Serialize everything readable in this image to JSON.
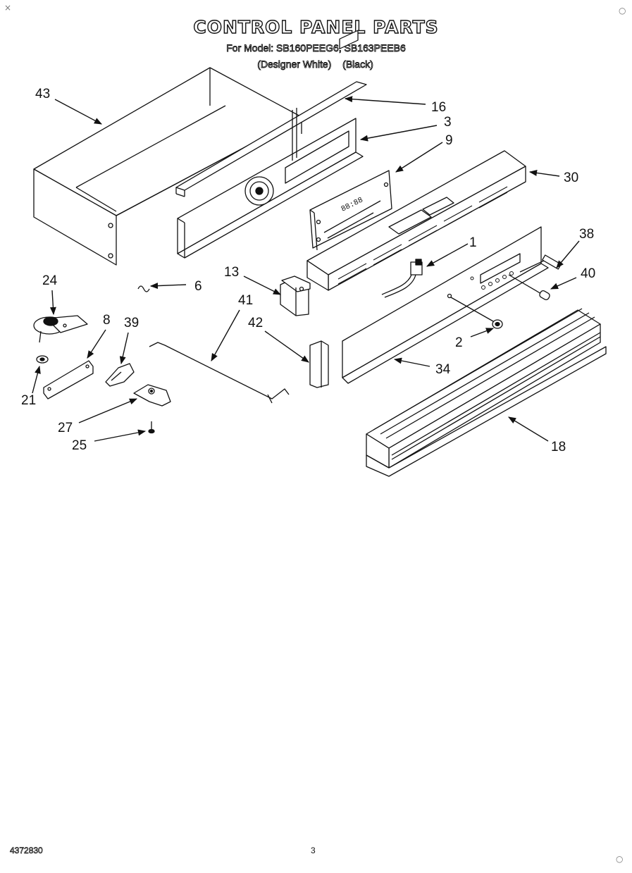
{
  "document": {
    "title": "CONTROL PANEL PARTS",
    "subtitle": "For Model: SB160PEEG6, SB163PEEB6",
    "variants": [
      "(Designer White)",
      "(Black)"
    ],
    "footer_code": "4372830",
    "page_number": "3"
  },
  "callouts": {
    "c43": "43",
    "c16": "16",
    "c3": "3",
    "c9": "9",
    "c30": "30",
    "c1": "1",
    "c38": "38",
    "c40": "40",
    "c13": "13",
    "c24": "24",
    "c6": "6",
    "c41": "41",
    "c8": "8",
    "c39": "39",
    "c42": "42",
    "c2": "2",
    "c34": "34",
    "c21": "21",
    "c27": "27",
    "c25": "25",
    "c18": "18"
  },
  "clock_display": "88:88",
  "colors": {
    "ink": "#111111",
    "paper": "#ffffff"
  }
}
